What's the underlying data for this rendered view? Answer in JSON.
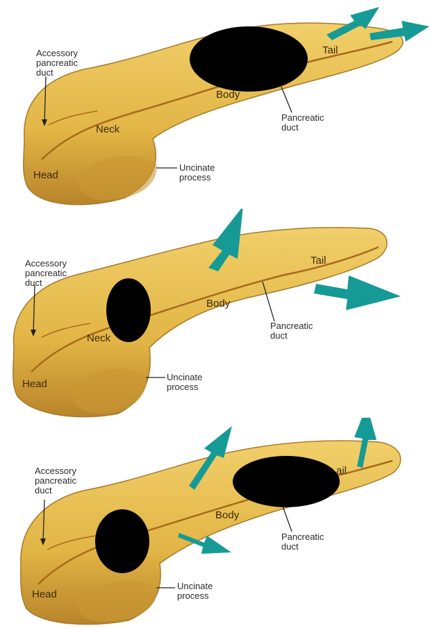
{
  "panels": [
    {
      "id": "top",
      "labels": {
        "accessory_duct": [
          "Accessory",
          "pancreatic",
          "duct"
        ],
        "tail": "Tail",
        "body": "Body",
        "neck": "Neck",
        "head": "Head",
        "pancreatic_duct": [
          "Pancreatic",
          "duct"
        ],
        "uncinate_process": [
          "Uncinate",
          "process"
        ]
      }
    },
    {
      "id": "middle",
      "labels": {
        "accessory_duct": [
          "Accessory",
          "pancreatic",
          "duct"
        ],
        "tail": "Tail",
        "body": "Body",
        "neck": "Neck",
        "head": "Head",
        "pancreatic_duct": [
          "Pancreatic",
          "duct"
        ],
        "uncinate_process": [
          "Uncinate",
          "process"
        ]
      }
    },
    {
      "id": "bottom",
      "labels": {
        "accessory_duct": [
          "Accessory",
          "pancreatic",
          "duct"
        ],
        "tail": "ail",
        "body": "Body",
        "head": "Head",
        "pancreatic_duct": [
          "Pancreatic",
          "duct"
        ],
        "uncinate_process": [
          "Uncinate",
          "process"
        ]
      }
    }
  ],
  "colors": {
    "organ": "#e2b545",
    "organ_shadow": "#b8842a",
    "duct": "#a86a1c",
    "arrow": "#169a96",
    "mask": "#000000"
  },
  "icons": {
    "arrow": "teal-arrow-icon",
    "mask": "black-oval-redaction"
  }
}
